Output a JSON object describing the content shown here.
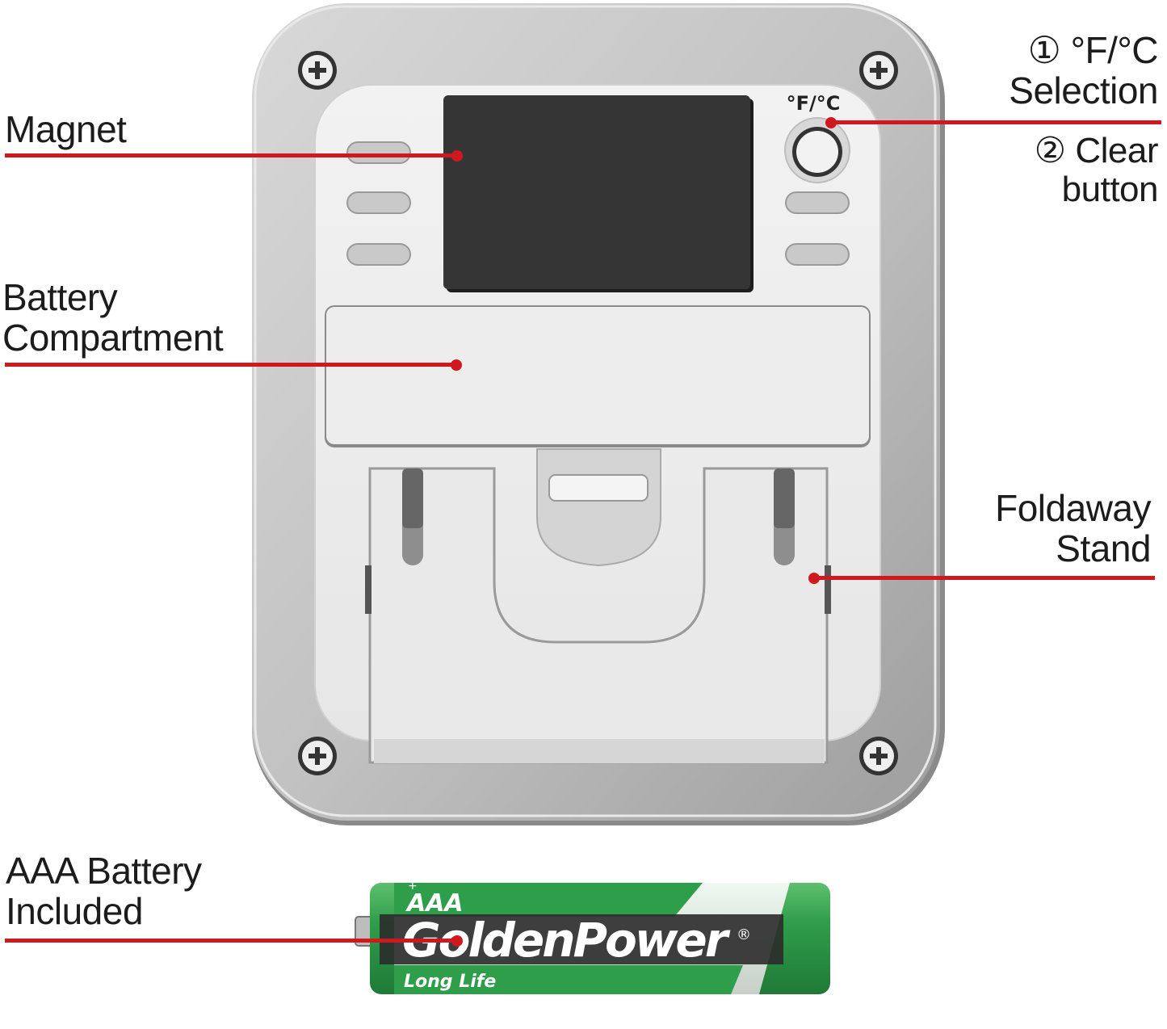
{
  "labels": {
    "magnet": "Magnet",
    "battery_compartment_line1": "Battery",
    "battery_compartment_line2": "Compartment",
    "selection_line1": "① °F/°C",
    "selection_line2": "Selection",
    "clear_line1": "② Clear",
    "clear_line2": "button",
    "foldaway_line1": "Foldaway",
    "foldaway_line2": "Stand",
    "aaa_line1": "AAA Battery",
    "aaa_line2": "Included"
  },
  "device": {
    "button_label": "°F/°C"
  },
  "battery": {
    "size": "AAA",
    "brand": "GoldenPower",
    "registered": "®",
    "tagline": "Long Life",
    "plus": "+"
  },
  "colors": {
    "leader": "#d0181f",
    "housing": "#bdbdbd",
    "panel": "#ececec",
    "magnet": "#2e2e2e",
    "battery_green": "#2e9d4c"
  },
  "icons": [
    "screw-icon",
    "button-icon"
  ]
}
